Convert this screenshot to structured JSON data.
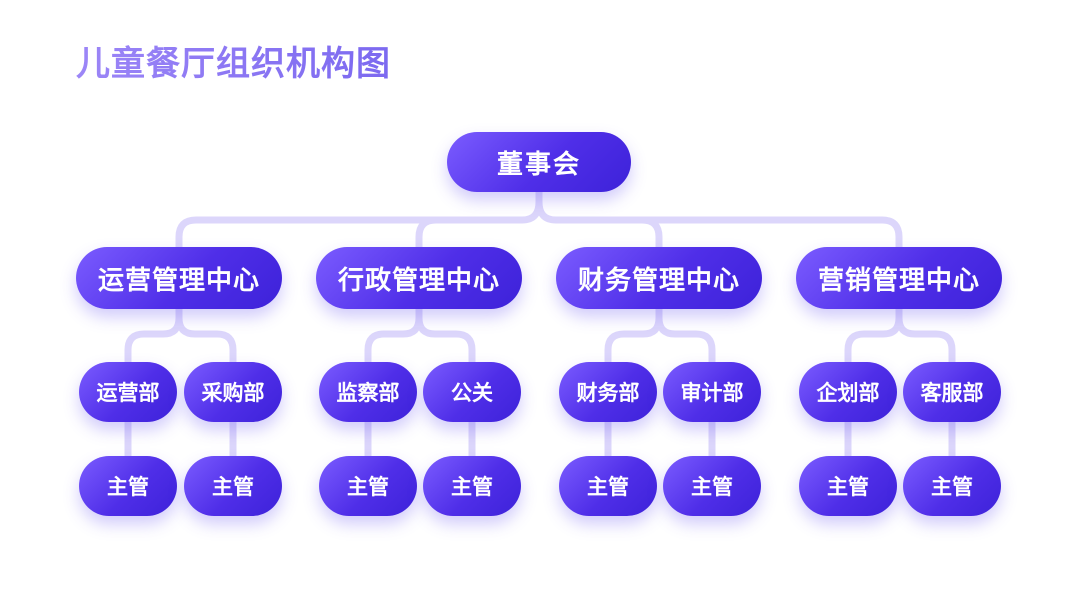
{
  "title": "儿童餐厅组织机构图",
  "root": {
    "label": "董事会"
  },
  "centers": [
    {
      "label": "运营管理中心",
      "departments": [
        {
          "label": "运营部",
          "supervisor": "主管"
        },
        {
          "label": "采购部",
          "supervisor": "主管"
        }
      ]
    },
    {
      "label": "行政管理中心",
      "departments": [
        {
          "label": "监察部",
          "supervisor": "主管"
        },
        {
          "label": "公关",
          "supervisor": "主管"
        }
      ]
    },
    {
      "label": "财务管理中心",
      "departments": [
        {
          "label": "财务部",
          "supervisor": "主管"
        },
        {
          "label": "审计部",
          "supervisor": "主管"
        }
      ]
    },
    {
      "label": "营销管理中心",
      "departments": [
        {
          "label": "企划部",
          "supervisor": "主管"
        },
        {
          "label": "客服部",
          "supervisor": "主管"
        }
      ]
    }
  ],
  "colors": {
    "title": "#8a76f4",
    "node_start": "#7b5cff",
    "node_end": "#3d22d9",
    "connector": "#dcd6fb"
  }
}
